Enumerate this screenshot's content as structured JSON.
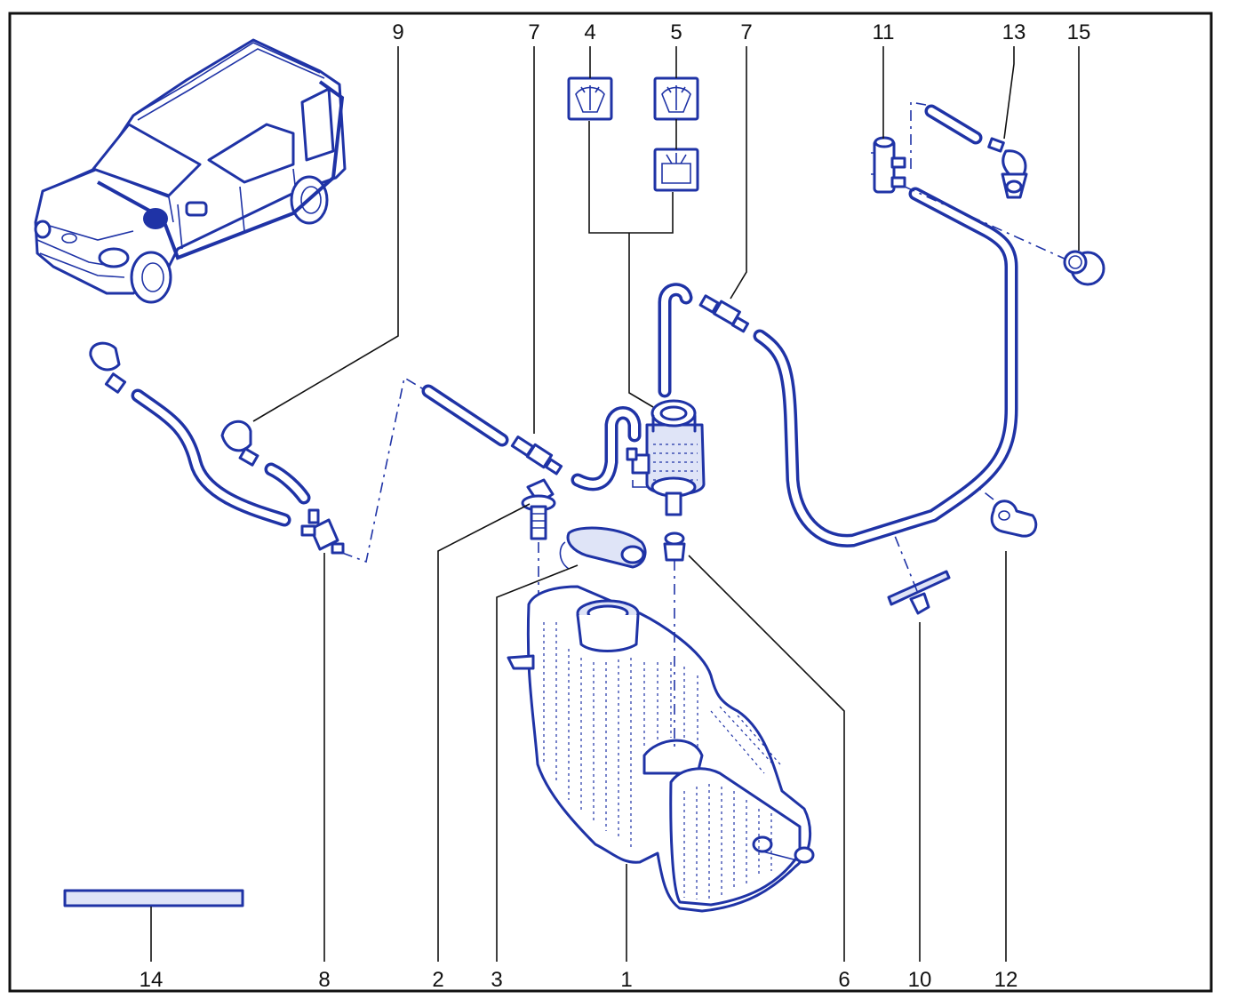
{
  "callouts": {
    "c1": "1",
    "c2": "2",
    "c3": "3",
    "c4": "4",
    "c5": "5",
    "c6": "6",
    "c7a": "7",
    "c7b": "7",
    "c8": "8",
    "c9": "9",
    "c10": "10",
    "c11": "11",
    "c12": "12",
    "c13": "13",
    "c14": "14",
    "c15": "15"
  },
  "colors": {
    "line": "#1f33a6",
    "shade": "#dfe4f7",
    "text": "#111111"
  },
  "icons": {
    "wiper_switch_front": "windscreen-washer-icon",
    "wiper_switch_rear": "windscreen-washer-icon",
    "tailgate_washer": "rear-washer-icon"
  }
}
